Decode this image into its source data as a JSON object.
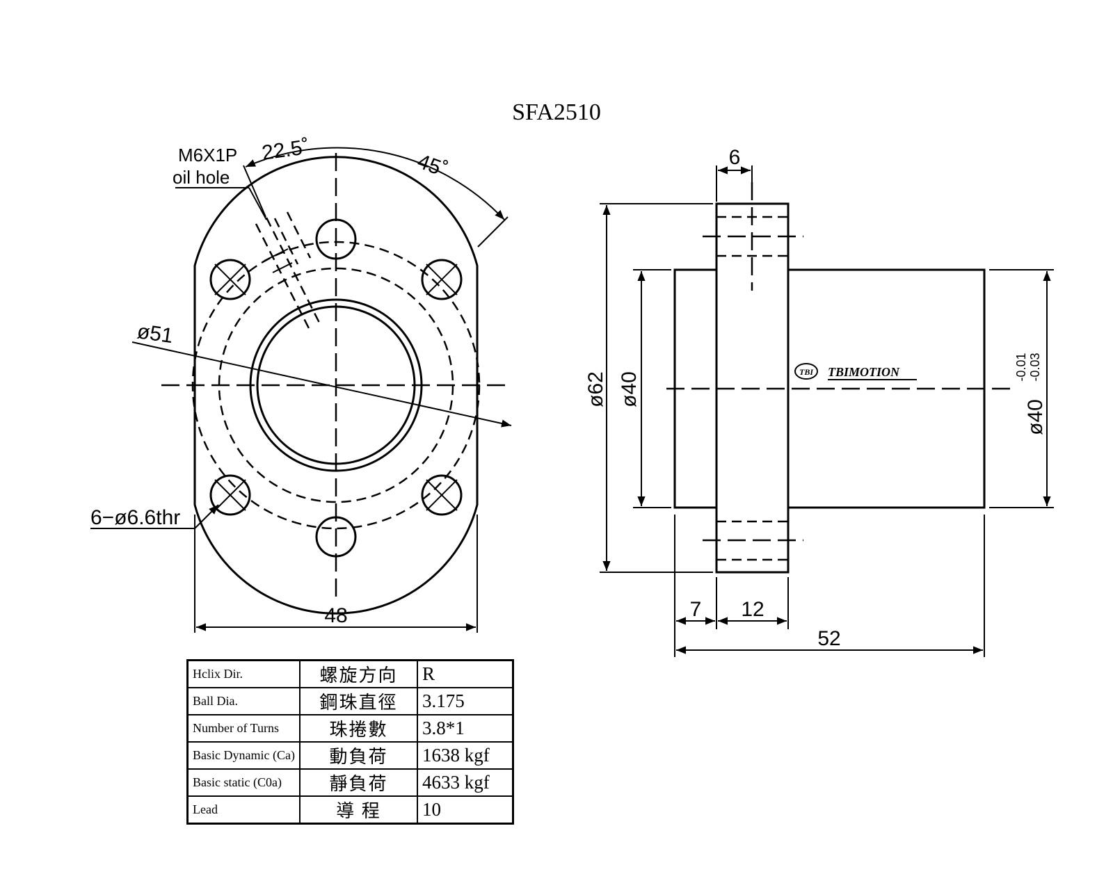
{
  "title": "SFA2510",
  "front_view": {
    "oil_hole_label_1": "M6X1P",
    "oil_hole_label_2": "oil hole",
    "angle_small": "22.5˚",
    "angle_large": "45˚",
    "pcd_label": "ø51",
    "holes_label": "6−ø6.6thr",
    "width_label": "48"
  },
  "side_view": {
    "flange_thickness": "6",
    "flange_dia": "ø62",
    "pilot_dia": "ø40",
    "body_dia": "ø40",
    "body_tol_upper": "-0.01",
    "body_tol_lower": "-0.03",
    "pilot_length": "7",
    "flange_length": "12",
    "total_length": "52",
    "logo_mark": "TBI",
    "logo_text": "TBIMOTION"
  },
  "spec_table": {
    "rows": [
      {
        "en": "Hclix  Dir.",
        "zh": "螺旋方向",
        "value": "R"
      },
      {
        "en": "Ball Dia.",
        "zh": "鋼珠直徑",
        "value": "3.175"
      },
      {
        "en": "Number of Turns",
        "zh": "珠捲數",
        "value": "3.8*1"
      },
      {
        "en": "Basic Dynamic (Ca)",
        "zh": "動負荷",
        "value": "1638 kgf"
      },
      {
        "en": "Basic static (C0a)",
        "zh": "靜負荷",
        "value": "4633 kgf"
      },
      {
        "en": "Lead",
        "zh": "導  程",
        "value": "10"
      }
    ]
  }
}
